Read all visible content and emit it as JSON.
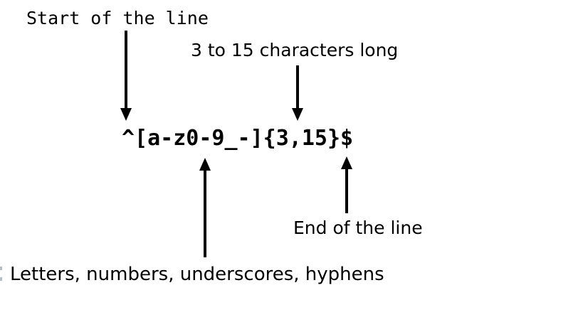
{
  "regex": {
    "pattern": "^[a-z0-9_-]{3,15}$"
  },
  "annotations": {
    "start_of_line": "Start of the line",
    "length": "3 to 15 characters long",
    "charset": "Letters, numbers, underscores, hyphens",
    "end_of_line": "End of the line"
  },
  "colors": {
    "text": "#000000",
    "arrow": "#000000",
    "background": "#ffffff"
  }
}
